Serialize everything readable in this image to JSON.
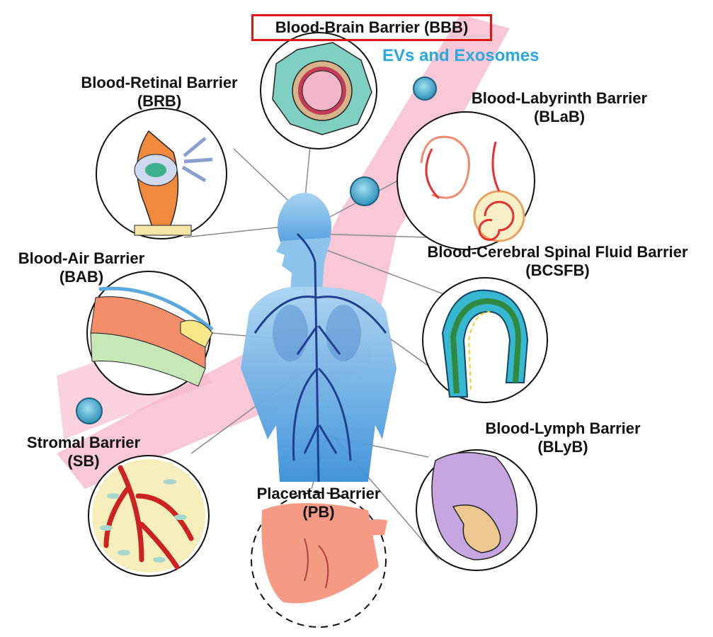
{
  "title": "Blood-Brain Barrier (BBB)",
  "subtitle": "EVs and Exosomes",
  "barriers": [
    {
      "line1": "Blood-Retinal Barrier",
      "line2": "(BRB)"
    },
    {
      "line1": "Blood-Labyrinth Barrier",
      "line2": "(BLaB)"
    },
    {
      "line1": "Blood-Air Barrier",
      "line2": "(BAB)"
    },
    {
      "line1": "Blood-Cerebral Spinal Fluid Barrier",
      "line2": "(BCSFB)"
    },
    {
      "line1": "Stromal Barrier",
      "line2": "(SB)"
    },
    {
      "line1": "Blood-Lymph Barrier",
      "line2": "(BLyB)"
    },
    {
      "line1": "Placental Barrier",
      "line2": "(PB)"
    }
  ],
  "colors": {
    "title_box": "#e01515",
    "subtitle": "#29a9e0",
    "ribbon": "#f7b6c8",
    "body": "#6fb6e8",
    "vessels": "#1f3f8f",
    "vesicle": "#2f8fb8"
  }
}
